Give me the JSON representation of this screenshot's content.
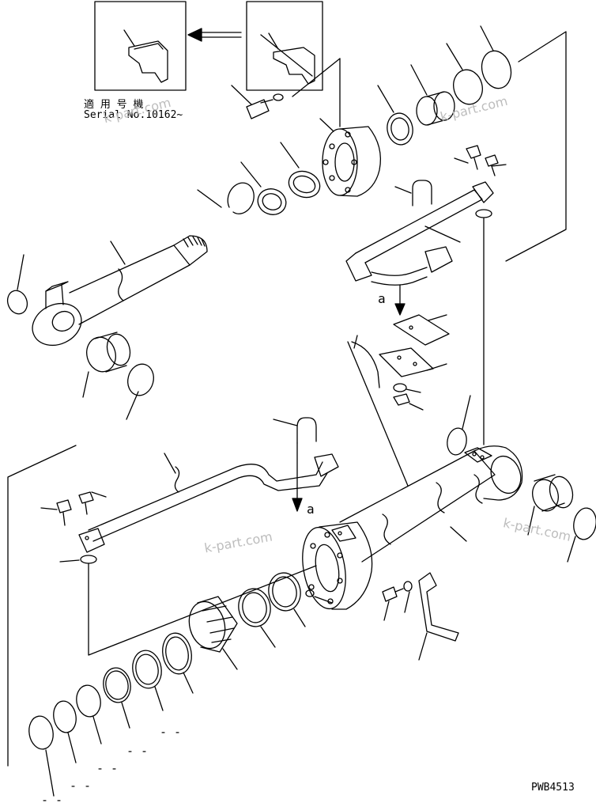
{
  "inset": {
    "serial_line1": "適 用 号 機",
    "serial_line2": "Serial No.10162~"
  },
  "view_label": "a",
  "watermark": "k-part.com",
  "drawing_code": "PWB4513",
  "dash_marks": [
    "- -",
    "- -",
    "- -",
    "- -",
    "- -"
  ]
}
